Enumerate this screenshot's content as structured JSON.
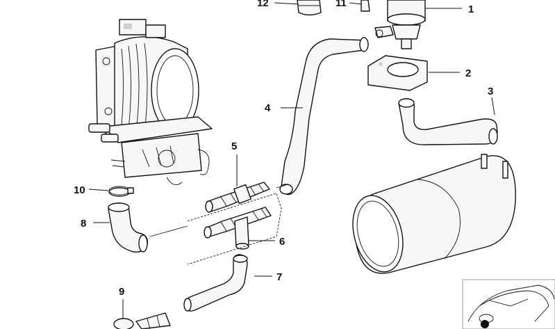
{
  "callouts": {
    "c1": "1",
    "c2": "2",
    "c3": "3",
    "c4": "4",
    "c5": "5",
    "c6": "6",
    "c7": "7",
    "c8": "8",
    "c9": "9",
    "c10": "10",
    "c11": "11",
    "c12": "12"
  },
  "icons": {
    "vehicle_thumbnail": "car-location-thumbnail-icon"
  }
}
